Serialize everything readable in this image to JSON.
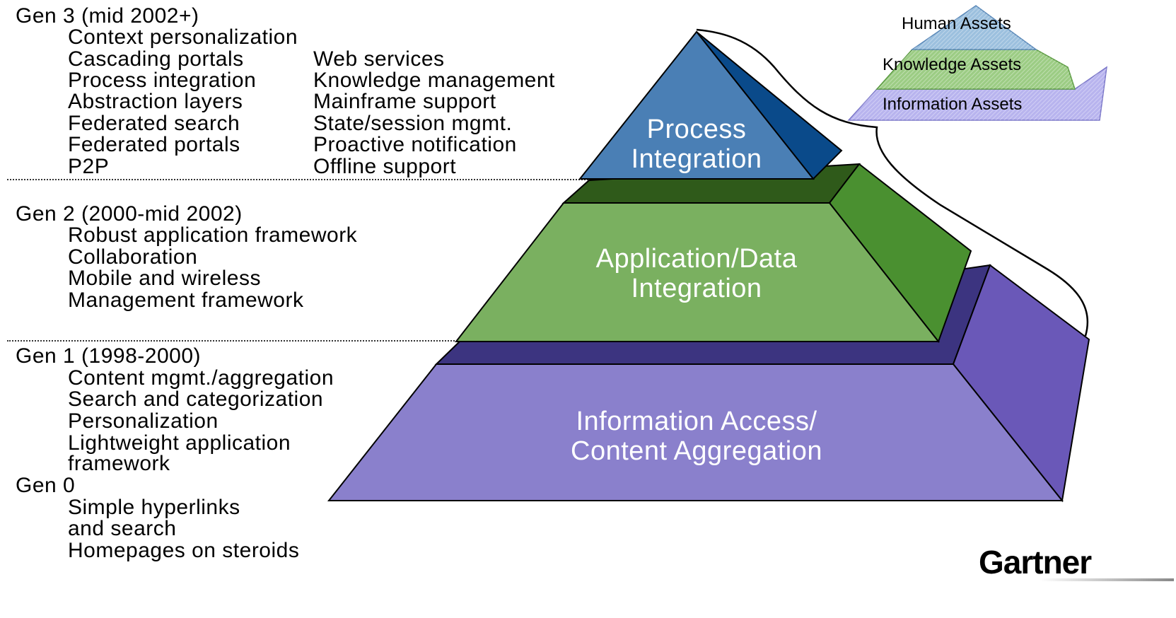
{
  "gen3": {
    "heading": "Gen 3 (mid 2002+)",
    "top_item": "Context personalization",
    "col1": [
      "Cascading portals",
      "Process integration",
      "Abstraction layers",
      "Federated search",
      "Federated portals",
      "P2P"
    ],
    "col2": [
      "Web services",
      "Knowledge management",
      "Mainframe support",
      "State/session mgmt.",
      "Proactive notification",
      "Offline support"
    ]
  },
  "gen2": {
    "heading": "Gen 2 (2000-mid 2002)",
    "items": [
      "Robust application framework",
      "Collaboration",
      "Mobile and wireless",
      "Management framework"
    ]
  },
  "gen1": {
    "heading": "Gen 1 (1998-2000)",
    "items": [
      "Content mgmt./aggregation",
      "Search and categorization",
      "Personalization",
      "Lightweight application",
      "framework"
    ]
  },
  "gen0": {
    "heading": "Gen 0",
    "items": [
      "Simple hyperlinks",
      "and search",
      "Homepages on steroids"
    ]
  },
  "pyramid": {
    "top": [
      "Process",
      "Integration"
    ],
    "middle": [
      "Application/Data",
      "Integration"
    ],
    "bottom": [
      "Information Access/",
      "Content Aggregation"
    ]
  },
  "assets": [
    "Human Assets",
    "Knowledge Assets",
    "Information Assets"
  ],
  "logo": "Gartner",
  "colors": {
    "top_front": "#4a7fb5",
    "top_side": "#0a4a8a",
    "mid_front": "#7ab060",
    "mid_side": "#4a9030",
    "mid_top": "#2f5a1a",
    "bot_front": "#8a80cc",
    "bot_side": "#6a58b8",
    "bot_top": "#3c3480"
  }
}
